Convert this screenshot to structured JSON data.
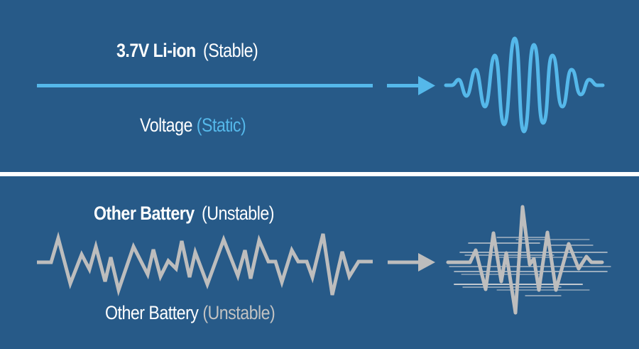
{
  "colors": {
    "background": "#275a88",
    "divider": "#ffffff",
    "stable_line": "#55b8ea",
    "unstable_line": "#bdbdbd",
    "text": "#ffffff",
    "stable_accent": "#55b8ea",
    "unstable_accent": "#c2c2c2"
  },
  "top": {
    "title_main": "3.7V Li-ion",
    "title_qualifier": "(Stable)",
    "caption_main": "Voltage",
    "caption_qualifier": "(Static)",
    "line": "flat-voltage-line",
    "arrow": "arrow-right-icon",
    "output_wave": "smooth-sine-wave-packet"
  },
  "bottom": {
    "title_main": "Other Battery",
    "title_qualifier": "(Unstable)",
    "caption_main": "Other Battery",
    "caption_qualifier": "(Unstable)",
    "line": "jagged-noisy-voltage-line",
    "arrow": "arrow-right-icon",
    "output_wave": "distorted-noisy-wave"
  }
}
